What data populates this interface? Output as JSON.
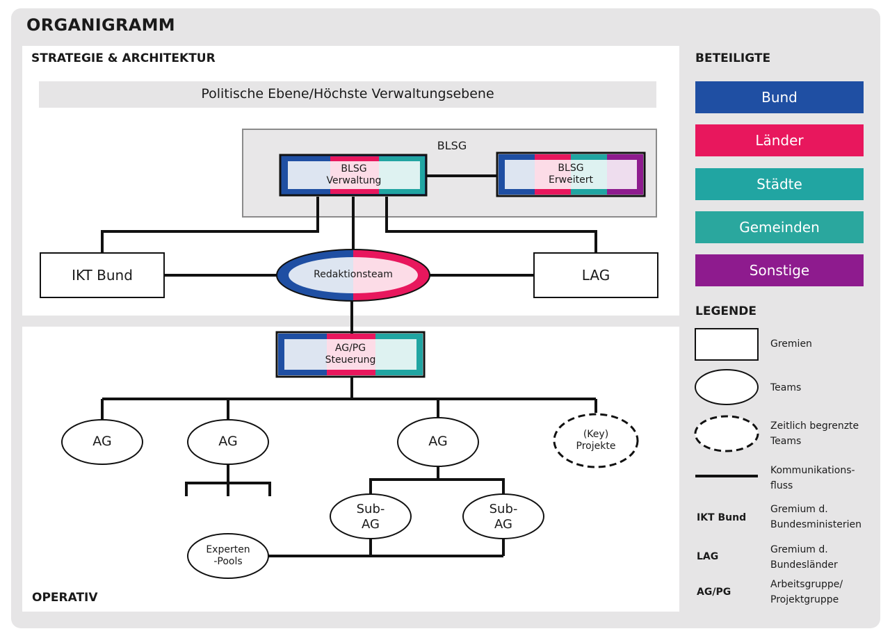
{
  "title": "ORGANIGRAMM",
  "sections": {
    "strategie": "STRATEGIE & ARCHITEKTUR",
    "operativ": "OPERATIV"
  },
  "nodes": {
    "political_level": "Politische Ebene/Höchste Verwaltungsebene",
    "blsg": "BLSG",
    "blsg_verwaltung": "BLSG\nVerwaltung",
    "blsg_erweitert": "BLSG\nErweitert",
    "ikt_bund": "IKT Bund",
    "lag": "LAG",
    "redaktionsteam": "Redaktionsteam",
    "agpg_steuerung": "AG/PG\nSteuerung",
    "ag_1": "AG",
    "ag_2": "AG",
    "ag_3": "AG",
    "key_projekte": "(Key)\nProjekte",
    "sub_ag_1": "Sub-\nAG",
    "sub_ag_2": "Sub-\nAG",
    "experten_pools": "Experten\n-Pools"
  },
  "beteiligte": {
    "title": "BETEILIGTE",
    "items": [
      {
        "label": "Bund",
        "color": "#1f4fa3"
      },
      {
        "label": "Länder",
        "color": "#e8175d"
      },
      {
        "label": "Städte",
        "color": "#21a5a2"
      },
      {
        "label": "Gemeinden",
        "color": "#2aa79e"
      },
      {
        "label": "Sonstige",
        "color": "#8e1b8e"
      }
    ]
  },
  "legende": {
    "title": "LEGENDE",
    "gremien": "Gremien",
    "teams": "Teams",
    "zeitlich": "Zeitlich begrenzte\nTeams",
    "kommunikation": "Kommunikations-\nfluss",
    "abbr": [
      {
        "abbr": "IKT Bund",
        "desc": "Gremium d.\nBundesministerien"
      },
      {
        "abbr": "LAG",
        "desc": "Gremium d.\nBundesländer"
      },
      {
        "abbr": "AG/PG",
        "desc": "Arbeitsgruppe/\nProjektgruppe"
      }
    ]
  }
}
